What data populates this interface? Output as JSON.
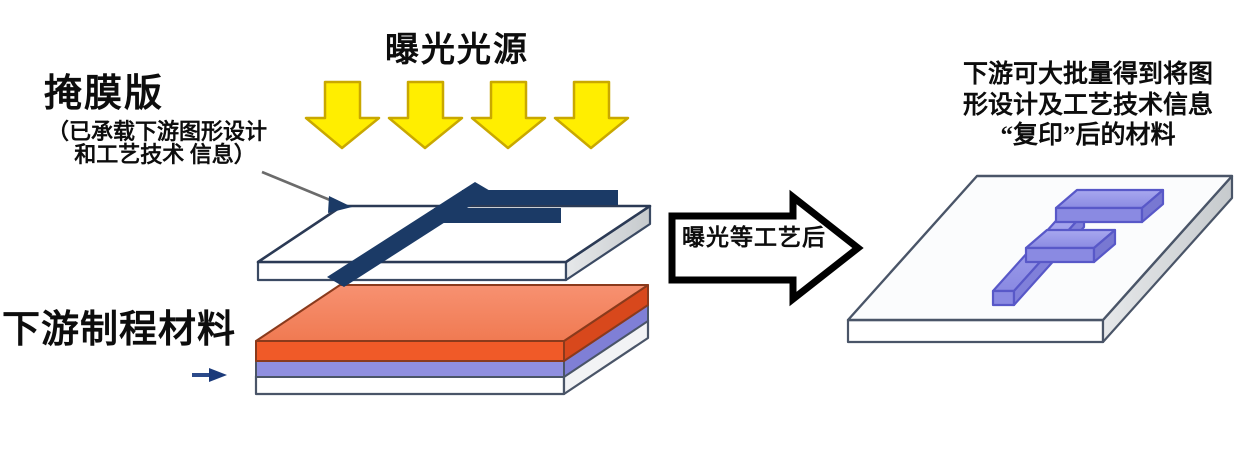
{
  "diagram": {
    "title_left": "掩膜版",
    "subtitle_left_line1": "（已承载下游图形设计",
    "subtitle_left_line2": "和工艺技术 信息）",
    "light_source_label": "曝光光源",
    "material_label": "下游制程材料",
    "process_arrow_label": "曝光等工艺后",
    "result_note_line1": "下游可大批量得到将图",
    "result_note_line2": "形设计及工艺技术信息",
    "result_note_line3": "“复印”后的材料"
  },
  "colors": {
    "arrow_fill": "#ffee00",
    "arrow_stroke": "#c9a800",
    "mask_face": "#ffffff",
    "mask_edge": "#2b3a55",
    "mask_side": "#d9dce0",
    "pattern_navy": "#1b3a66",
    "substrate_top": "#f4825e",
    "substrate_mid": "#f05a28",
    "substrate_purple": "#8f8fe0",
    "substrate_base": "#ffffff",
    "result_pattern": "#9a9ae8",
    "result_pattern_edge": "#5858c8",
    "outline_black": "#000000",
    "pointer_gray": "#6b6b6b"
  },
  "elements": {
    "light_arrow_count": 4,
    "mask_plate": "mask-plate-with-F-pattern",
    "substrate_stack": "four-layer-substrate",
    "result_plate": "result-plate-with-raised-F"
  }
}
